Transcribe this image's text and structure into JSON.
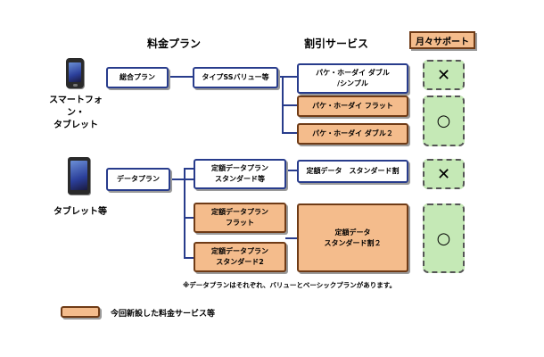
{
  "headers": {
    "plan": "料金プラン",
    "discount": "割引サービス",
    "support": "月々サポート"
  },
  "devices": {
    "smartphone": {
      "line1": "スマートフォン・",
      "line2": "タブレット"
    },
    "tablet": "タブレット等"
  },
  "plans": {
    "sogo": "総合プラン",
    "type_ss": "タイプSSバリュー等",
    "data": "データプラン",
    "teigaku_std": "定額データプラン\nスタンダード等",
    "teigaku_flat": "定額データプラン\nフラット",
    "teigaku_std2": "定額データプラン\nスタンダード2"
  },
  "discounts": {
    "pake_double_simple": "パケ・ホーダイ ダブル\n/シンプル",
    "pake_flat": "パケ・ホーダイ フラット",
    "pake_double2": "パケ・ホーダイ ダブル２",
    "teigaku_std_wari": "定額データ　スタンダード割",
    "teigaku_std_wari2": "定額データ\nスタンダード割２"
  },
  "support_marks": {
    "row1": "✕",
    "row2": "○",
    "row3": "✕",
    "row4": "○"
  },
  "note": "※データプランはそれぞれ、バリューとベーシックプランがあります。",
  "legend": "今回新設した料金サービス等",
  "colors": {
    "existing_border": "#283c8c",
    "new_fill": "#f4bc8c",
    "new_border": "#6f3b16",
    "support_fill": "#c5e9b6",
    "support_header": "#f4bc8c"
  }
}
